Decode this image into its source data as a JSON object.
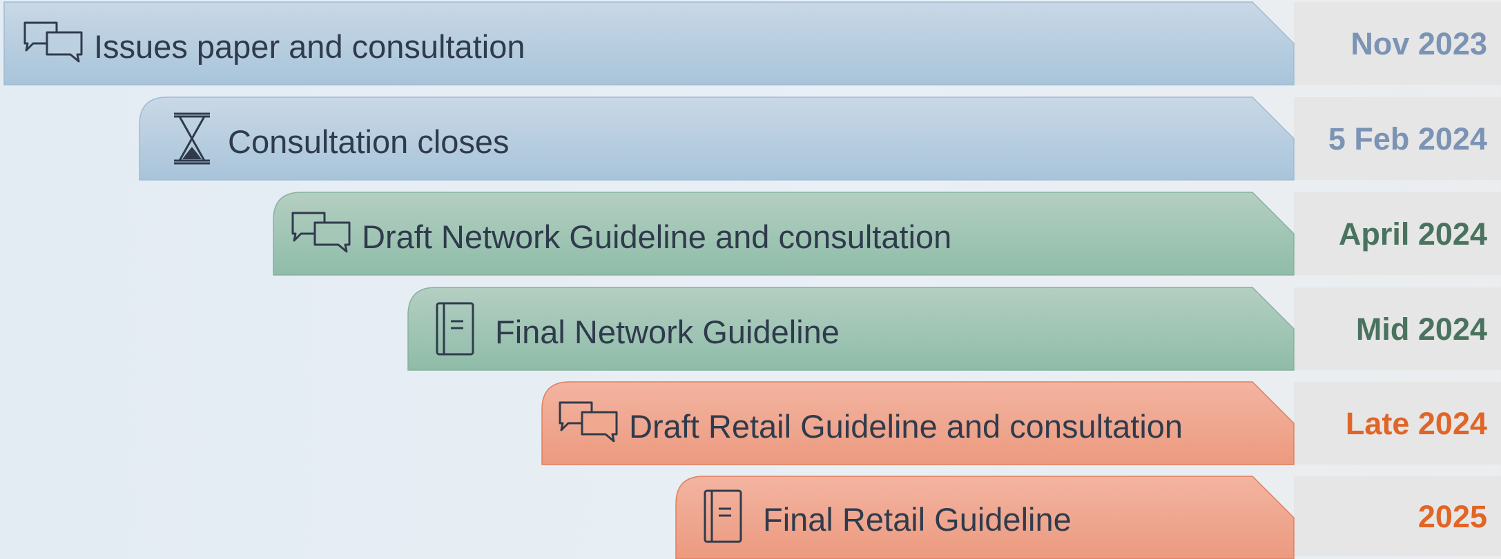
{
  "colors": {
    "blue": "#7b93b4",
    "green": "#4a735f",
    "orange": "#e06526",
    "text": "#2f3b4c"
  },
  "timeline": [
    {
      "label": "Issues paper and consultation",
      "date": "Nov 2023",
      "icon": "speech-bubbles-icon",
      "theme": "blue"
    },
    {
      "label": "Consultation closes",
      "date": "5 Feb 2024",
      "icon": "hourglass-icon",
      "theme": "blue"
    },
    {
      "label": "Draft Network Guideline and consultation",
      "date": "April 2024",
      "icon": "speech-bubbles-icon",
      "theme": "green"
    },
    {
      "label": "Final Network Guideline",
      "date": "Mid 2024",
      "icon": "document-icon",
      "theme": "green"
    },
    {
      "label": "Draft Retail Guideline and consultation",
      "date": "Late 2024",
      "icon": "speech-bubbles-icon",
      "theme": "orange"
    },
    {
      "label": "Final Retail Guideline",
      "date": "2025",
      "icon": "document-icon",
      "theme": "orange"
    }
  ]
}
